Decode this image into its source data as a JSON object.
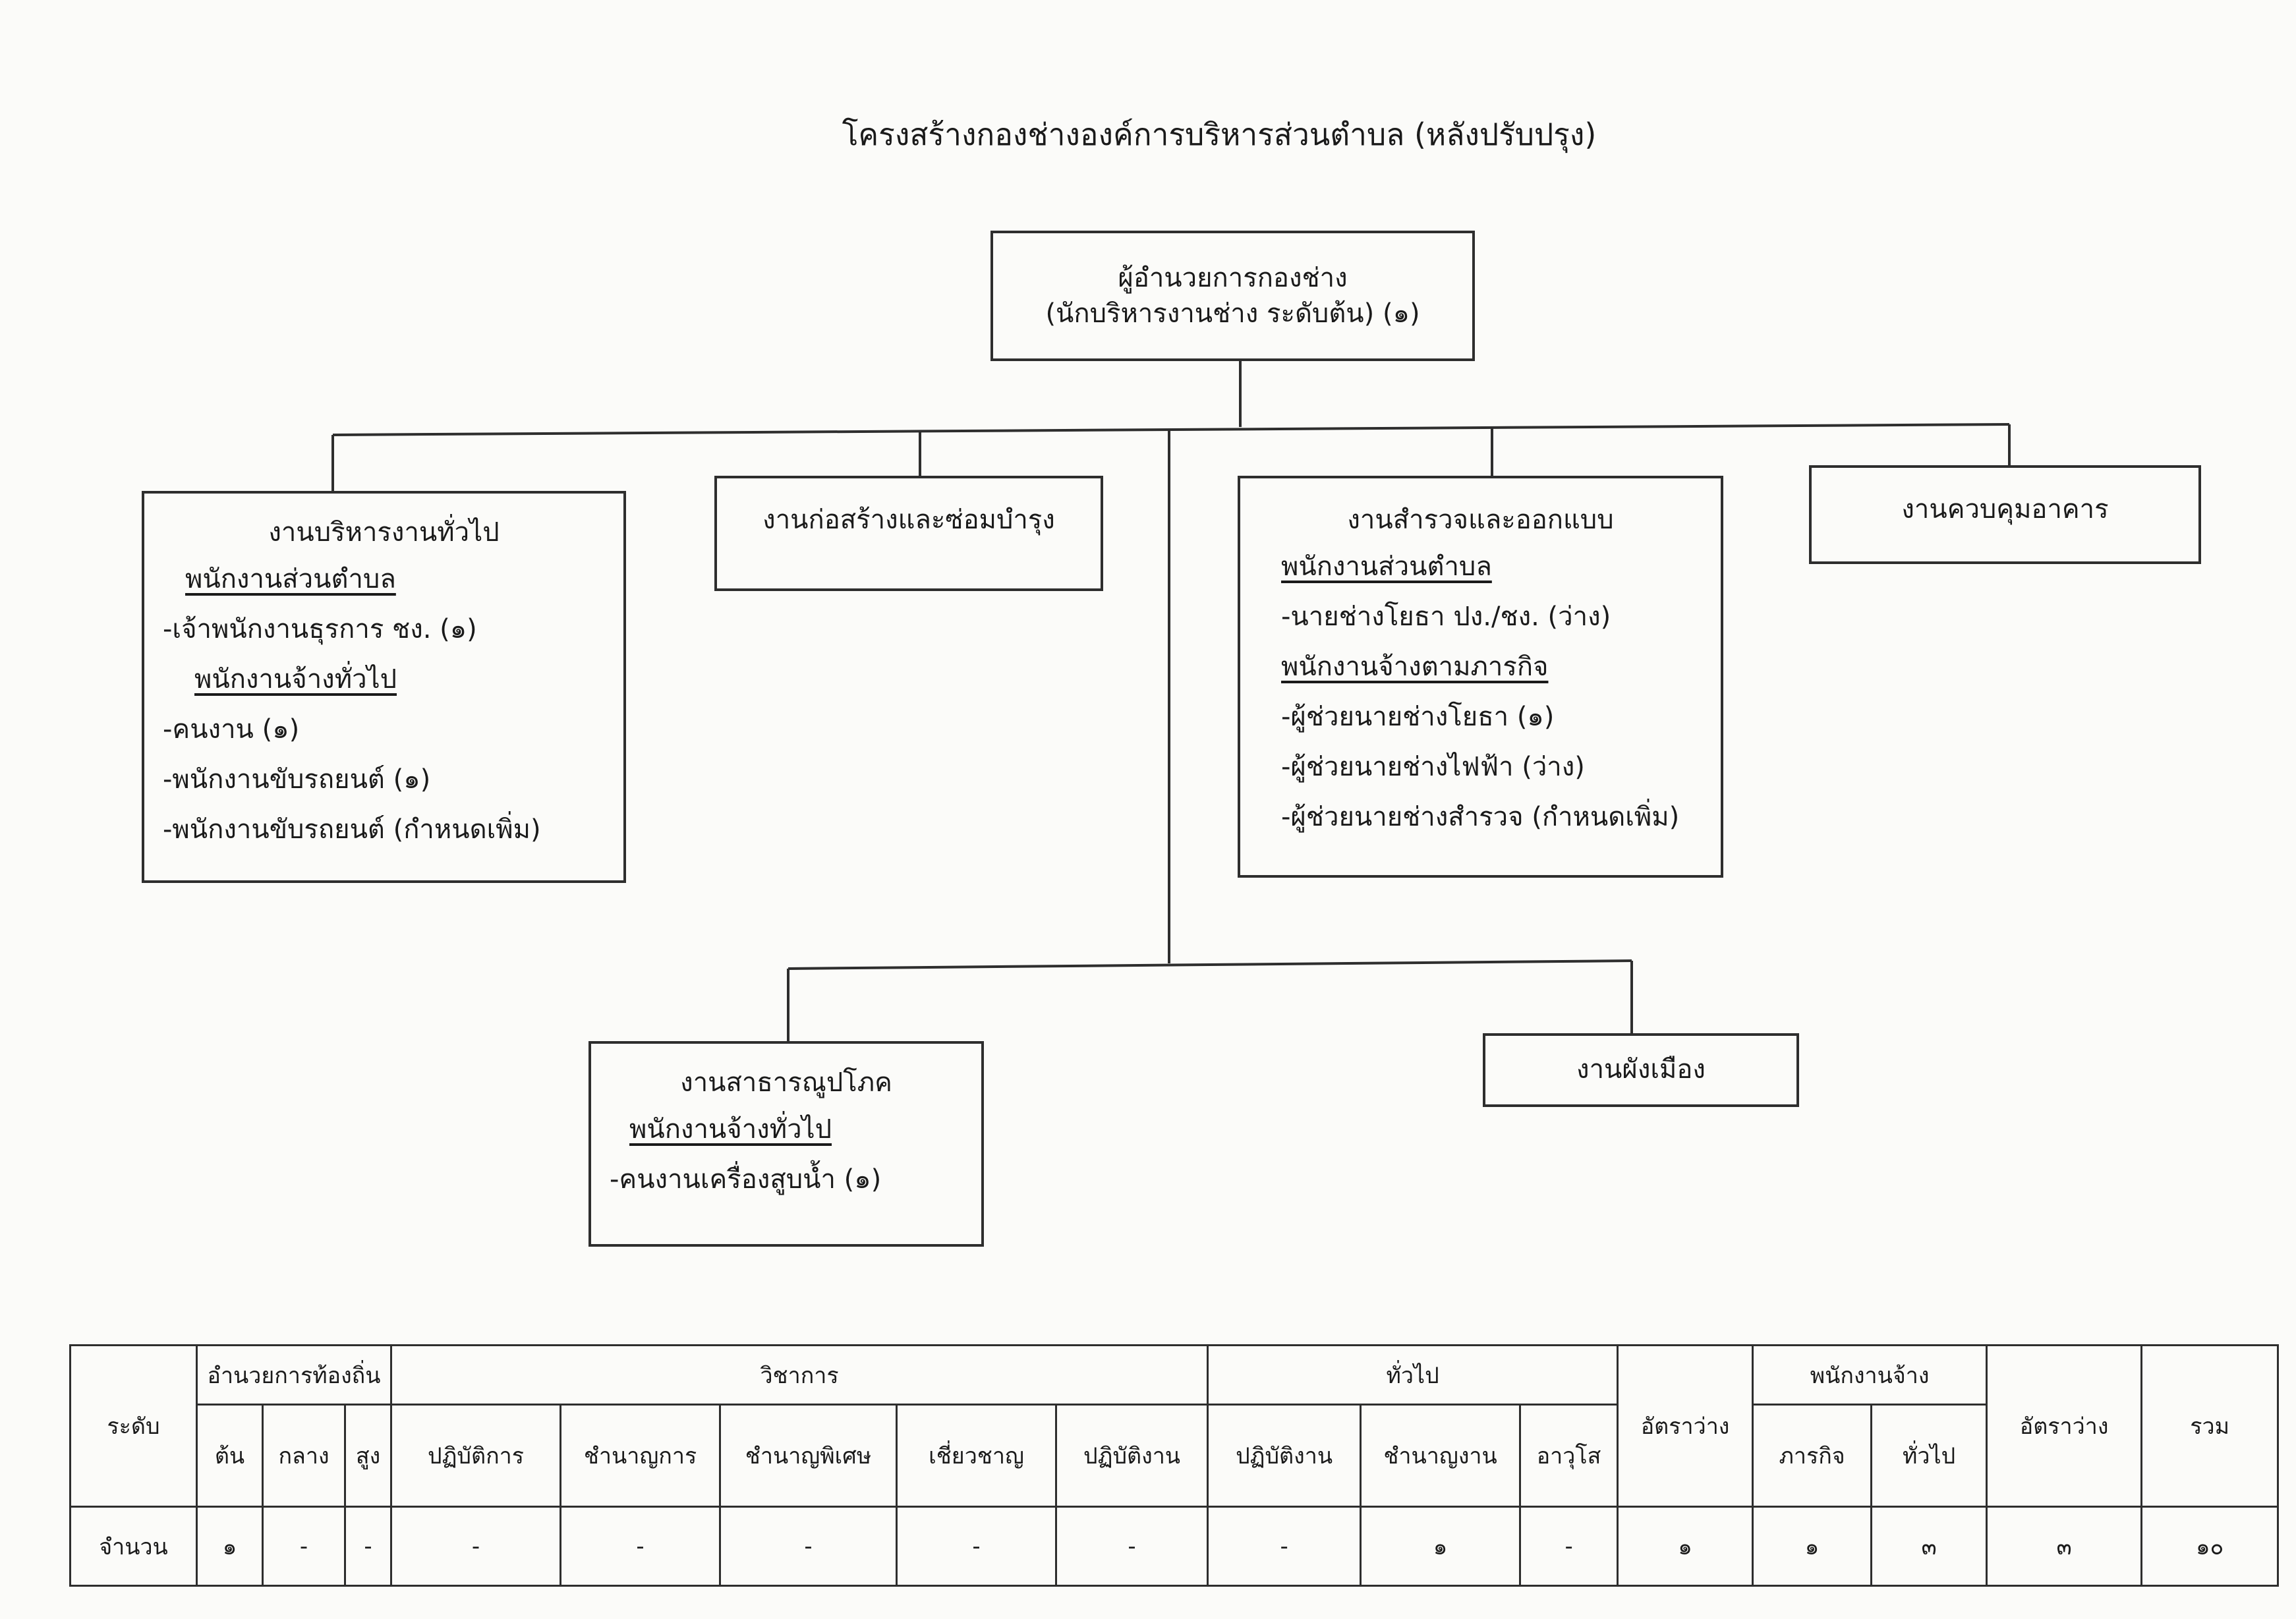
{
  "title": "โครงสร้างกองช่างองค์การบริหารส่วนตำบล (หลังปรับปรุง)",
  "head": {
    "title": "ผู้อำนวยการกองช่าง",
    "subtitle": "(นักบริหารงานช่าง ระดับต้น) (๑)"
  },
  "units": {
    "general_admin": {
      "title": "งานบริหารงานทั่วไป",
      "group1": "พนักงานส่วนตำบล",
      "item1": "-เจ้าพนักงานธุรการ ชง. (๑)",
      "group2": "พนักงานจ้างทั่วไป",
      "item2": "-คนงาน (๑)",
      "item3": "-พนักงานขับรถยนต์ (๑)",
      "item4": "-พนักงานขับรถยนต์ (กำหนดเพิ่ม)"
    },
    "construction": {
      "title": "งานก่อสร้างและซ่อมบำรุง"
    },
    "survey_design": {
      "title": "งานสำรวจและออกแบบ",
      "group1": "พนักงานส่วนตำบล",
      "item1": "-นายช่างโยธา ปง./ชง. (ว่าง)",
      "group2": "พนักงานจ้างตามภารกิจ",
      "item2": "-ผู้ช่วยนายช่างโยธา (๑)",
      "item3": "-ผู้ช่วยนายช่างไฟฟ้า (ว่าง)",
      "item4": "-ผู้ช่วยนายช่างสำรวจ (กำหนดเพิ่ม)"
    },
    "building_control": {
      "title": "งานควบคุมอาคาร"
    },
    "utilities": {
      "title": "งานสาธารณูปโภค",
      "group1": "พนักงานจ้างทั่วไป",
      "item1": "-คนงานเครื่องสูบน้ำ (๑)"
    },
    "city_planning": {
      "title": "งานผังเมือง"
    }
  },
  "table": {
    "level_header": "ระดับ",
    "local_admin_header": "อำนวยการท้องถิ่น",
    "academic_header": "วิชาการ",
    "general_header": "ทั่วไป",
    "vacancy_header_1": "อัตราว่าง",
    "employee_header": "พนักงานจ้าง",
    "vacancy_header_2": "อัตราว่าง",
    "total_header": "รวม",
    "sub_headers": [
      "ต้น",
      "กลาง",
      "สูง",
      "ปฏิบัติการ",
      "ชำนาญการ",
      "ชำนาญพิเศษ",
      "เชี่ยวชาญ",
      "ปฏิบัติงาน",
      "ปฏิบัติงาน",
      "ชำนาญงาน",
      "อาวุโส",
      "ภารกิจ",
      "ทั่วไป"
    ],
    "row_label": "จำนวน",
    "values": [
      "๑",
      "-",
      "-",
      "-",
      "-",
      "-",
      "-",
      "-",
      "-",
      "๑",
      "-",
      "๑",
      "๑",
      "๓",
      "๓",
      "๑๐"
    ]
  },
  "colors": {
    "line": "#2e2e2e",
    "paper": "#fbfbf9"
  }
}
